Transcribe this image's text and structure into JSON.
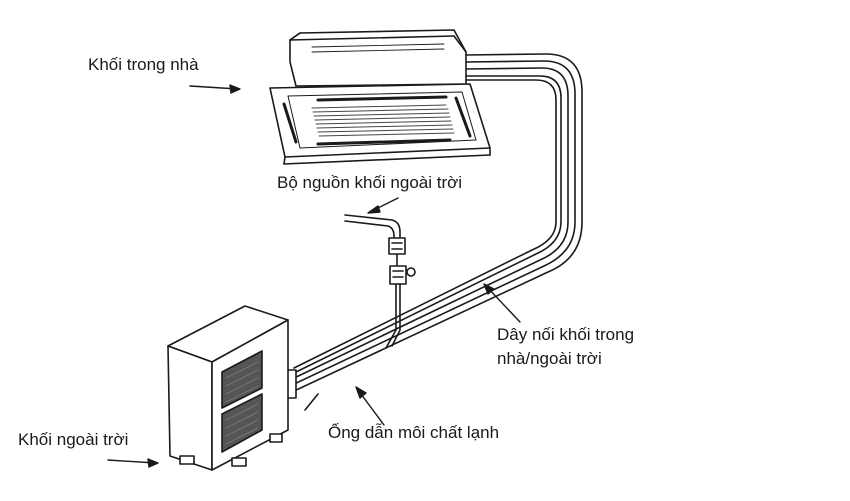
{
  "labels": {
    "indoor_unit": "Khối trong nhà",
    "outdoor_power": "Bộ nguồn khối ngoài trời",
    "connecting_wire_line1": "Dây nối khối trong",
    "connecting_wire_line2": "nhà/ngoài trời",
    "refrigerant_pipe": "Ống dẫn môi chất lạnh",
    "outdoor_unit": "Khối ngoài trời"
  },
  "colors": {
    "line": "#1a1a1a",
    "fill": "#ffffff",
    "grille": "#444444"
  }
}
